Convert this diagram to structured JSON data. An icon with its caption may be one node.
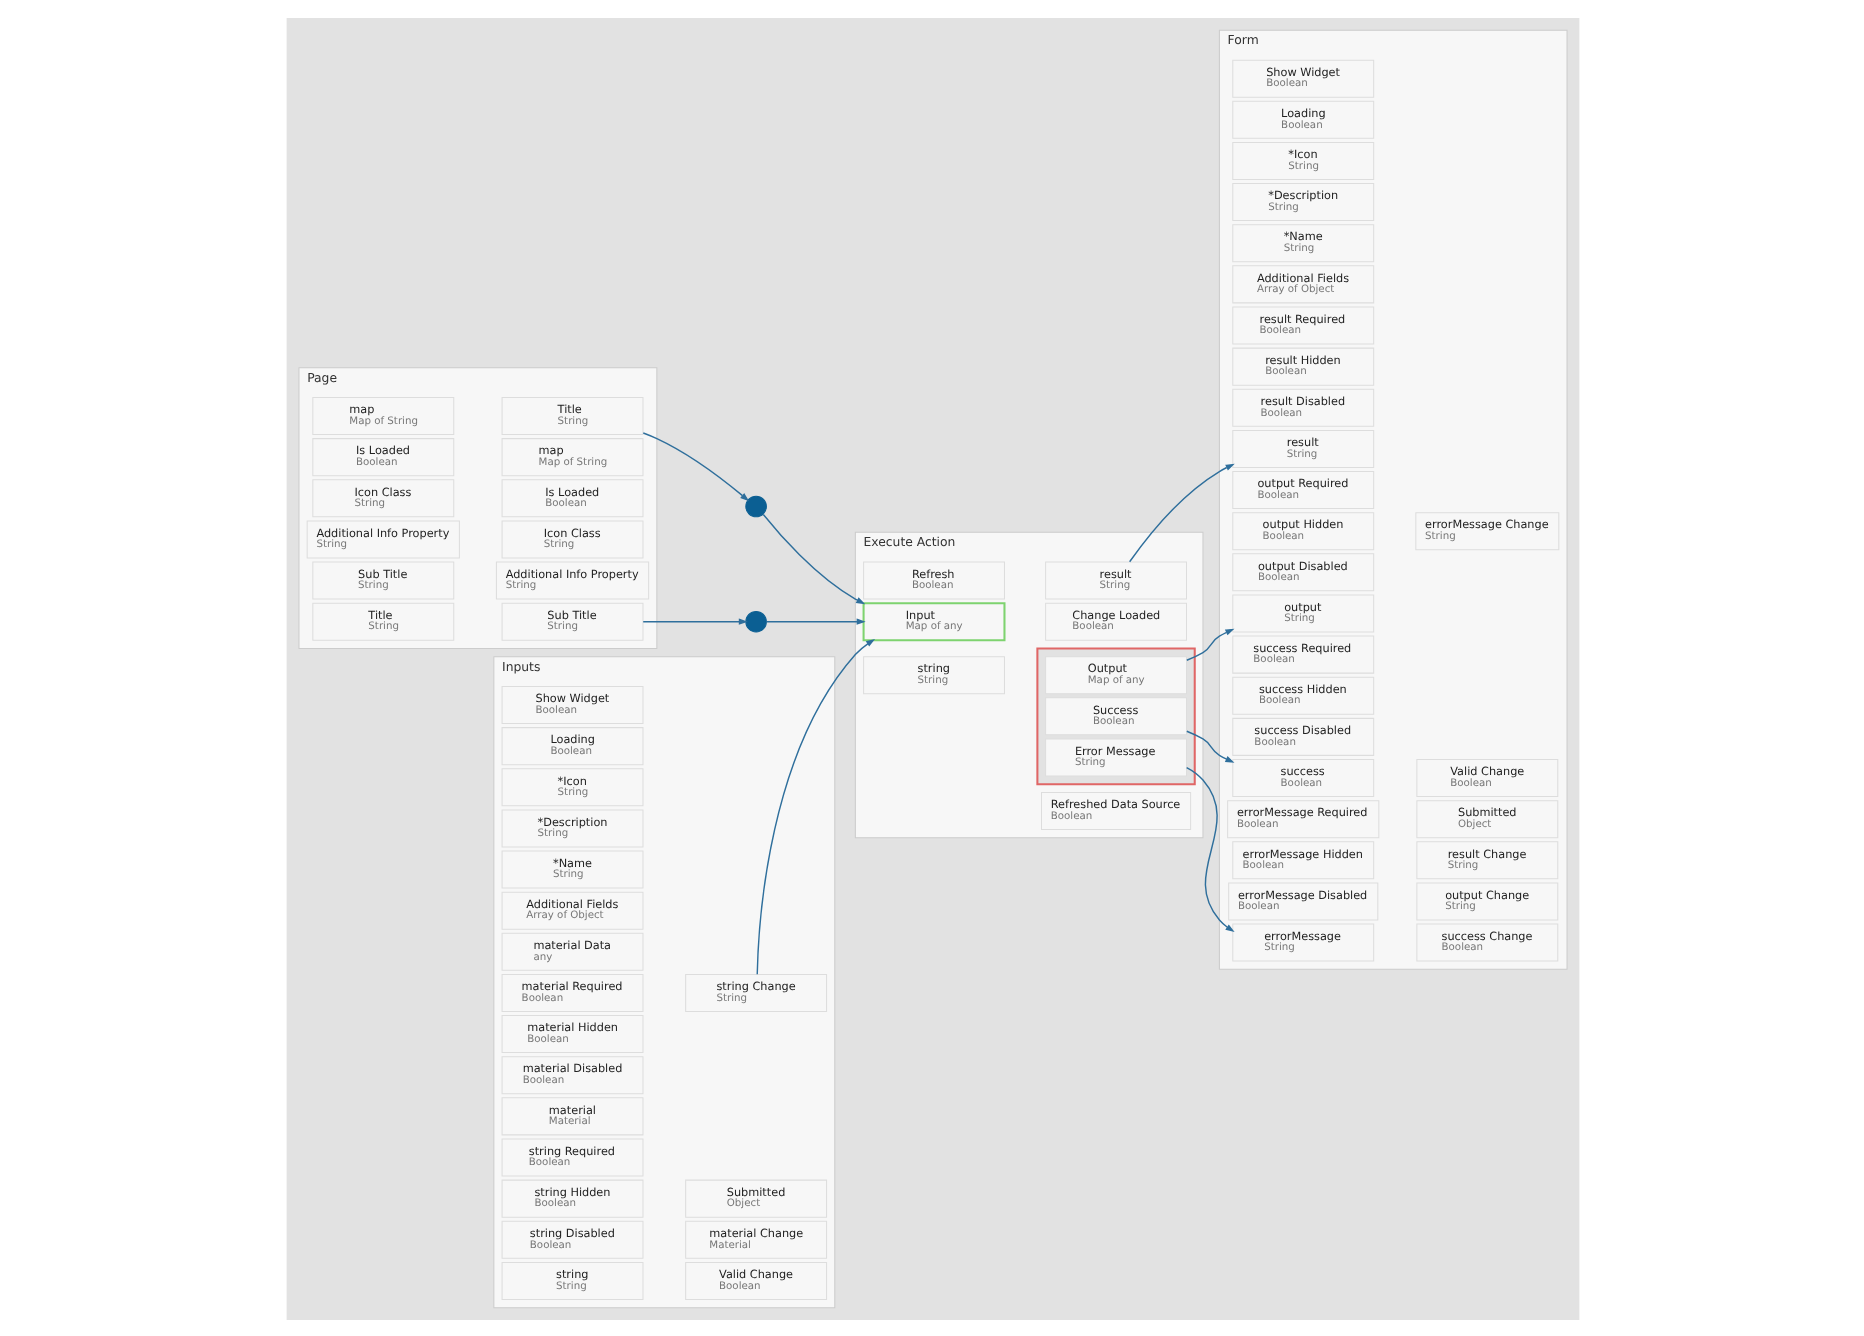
{
  "diagram": {
    "nodes": [
      {
        "text": [
          "Page"
        ]
      },
      {
        "text": [
          "Title",
          "String"
        ],
        "in": 0
      },
      {
        "text": [
          "Sub Title",
          "String"
        ],
        "in": 0
      },
      {
        "text": [
          "Additional Info Property",
          "String"
        ],
        "in": 0
      },
      {
        "text": [
          "Icon Class",
          "String"
        ],
        "in": 0
      },
      {
        "text": [
          "Is Loaded",
          "Boolean"
        ],
        "in": 0
      },
      {
        "text": [
          "map",
          "Map of String"
        ],
        "in": 0
      },
      {
        "text": [
          "Title",
          "String"
        ],
        "in": 0
      },
      {
        "text": [
          "Sub Title",
          "String"
        ],
        "in": 0
      },
      {
        "text": [
          "Additional Info Property",
          "String"
        ],
        "in": 0
      },
      {
        "text": [
          "Icon Class",
          "String"
        ],
        "in": 0
      },
      {
        "text": [
          "Is Loaded",
          "Boolean"
        ],
        "in": 0
      },
      {
        "text": [
          "map",
          "Map of String"
        ],
        "in": 0
      },
      {
        "text": [],
        "shape": "circle"
      },
      {
        "text": [],
        "shape": "circle"
      },
      {
        "text": [
          "Inputs"
        ]
      },
      {
        "text": [
          "string",
          "String"
        ],
        "in": 15
      },
      {
        "text": [
          "string Disabled",
          "Boolean"
        ],
        "in": 15
      },
      {
        "text": [
          "string Hidden",
          "Boolean"
        ],
        "in": 15
      },
      {
        "text": [
          "string Required",
          "Boolean"
        ],
        "in": 15
      },
      {
        "text": [
          "material",
          "Material"
        ],
        "in": 15
      },
      {
        "text": [
          "material Disabled",
          "Boolean"
        ],
        "in": 15
      },
      {
        "text": [
          "material Hidden",
          "Boolean"
        ],
        "in": 15
      },
      {
        "text": [
          "material Required",
          "Boolean"
        ],
        "in": 15
      },
      {
        "text": [
          "material Data",
          "any"
        ],
        "in": 15
      },
      {
        "text": [
          "Additional Fields",
          "Array of Object"
        ],
        "in": 15
      },
      {
        "text": [
          "*Name",
          "String"
        ],
        "in": 15
      },
      {
        "text": [
          "*Description",
          "String"
        ],
        "in": 15
      },
      {
        "text": [
          "*Icon",
          "String"
        ],
        "in": 15
      },
      {
        "text": [
          "Loading",
          "Boolean"
        ],
        "in": 15
      },
      {
        "text": [
          "Show Widget",
          "Boolean"
        ],
        "in": 15
      },
      {
        "text": [
          "string Change",
          "String"
        ],
        "in": 15
      },
      {
        "text": [
          "material Change",
          "Material"
        ],
        "in": 15
      },
      {
        "text": [
          "Submitted",
          "Object"
        ],
        "in": 15
      },
      {
        "text": [
          "Valid Change",
          "Boolean"
        ],
        "in": 15
      },
      {
        "text": [
          "Execute Action"
        ]
      },
      {
        "text": [
          "string",
          "String"
        ],
        "in": 35
      },
      {
        "text": [
          "Input",
          "Map of any"
        ],
        "in": 35
      },
      {
        "text": [
          "Refresh",
          "Boolean"
        ],
        "in": 35
      },
      {
        "text": [
          "result",
          "String"
        ],
        "in": 35
      },
      {
        "text": [],
        "shape": "box",
        "in": 35
      },
      {
        "text": [
          "Output",
          "Map of any"
        ],
        "in": 40
      },
      {
        "text": [
          "Error Message",
          "String"
        ],
        "in": 40
      },
      {
        "text": [
          "Success",
          "Boolean"
        ],
        "in": 40
      },
      {
        "text": [
          "Change Loaded",
          "Boolean"
        ],
        "in": 35
      },
      {
        "text": [
          "Refreshed Data Source",
          "Boolean"
        ],
        "in": 35
      },
      {
        "text": [
          "Form"
        ]
      },
      {
        "text": [
          "errorMessage",
          "String"
        ],
        "in": 46
      },
      {
        "text": [
          "errorMessage Disabled",
          "Boolean"
        ],
        "in": 46
      },
      {
        "text": [
          "errorMessage Hidden",
          "Boolean"
        ],
        "in": 46
      },
      {
        "text": [
          "errorMessage Required",
          "Boolean"
        ],
        "in": 46
      },
      {
        "text": [
          "success",
          "Boolean"
        ],
        "in": 46
      },
      {
        "text": [
          "success Disabled",
          "Boolean"
        ],
        "in": 46
      },
      {
        "text": [
          "success Hidden",
          "Boolean"
        ],
        "in": 46
      },
      {
        "text": [
          "success Required",
          "Boolean"
        ],
        "in": 46
      },
      {
        "text": [
          "output",
          "String"
        ],
        "in": 46
      },
      {
        "text": [
          "output Disabled",
          "Boolean"
        ],
        "in": 46
      },
      {
        "text": [
          "output Hidden",
          "Boolean"
        ],
        "in": 46
      },
      {
        "text": [
          "output Required",
          "Boolean"
        ],
        "in": 46
      },
      {
        "text": [
          "result",
          "String"
        ],
        "in": 46
      },
      {
        "text": [
          "result Disabled",
          "Boolean"
        ],
        "in": 46
      },
      {
        "text": [
          "result Hidden",
          "Boolean"
        ],
        "in": 46
      },
      {
        "text": [
          "result Required",
          "Boolean"
        ],
        "in": 46
      },
      {
        "text": [
          "Additional Fields",
          "Array of Object"
        ],
        "in": 46
      },
      {
        "text": [
          "*Name",
          "String"
        ],
        "in": 46
      },
      {
        "text": [
          "*Description",
          "String"
        ],
        "in": 46
      },
      {
        "text": [
          "*Icon",
          "String"
        ],
        "in": 46
      },
      {
        "text": [
          "Loading",
          "Boolean"
        ],
        "in": 46
      },
      {
        "text": [
          "Show Widget",
          "Boolean"
        ],
        "in": 46
      },
      {
        "text": [
          "errorMessage Change",
          "String"
        ],
        "in": 46
      },
      {
        "text": [
          "success Change",
          "Boolean"
        ],
        "in": 46
      },
      {
        "text": [
          "output Change",
          "String"
        ],
        "in": 46
      },
      {
        "text": [
          "result Change",
          "String"
        ],
        "in": 46
      },
      {
        "text": [
          "Submitted",
          "Object"
        ],
        "in": 46
      },
      {
        "text": [
          "Valid Change",
          "Boolean"
        ],
        "in": 46
      }
    ],
    "edges": [
      {
        "from": 7,
        "to": 13,
        "arrow": "to"
      },
      {
        "from": 13,
        "to": 37,
        "arrow": "to"
      },
      {
        "from": 8,
        "to": 14,
        "arrow": "to"
      },
      {
        "from": 14,
        "to": 37,
        "arrow": "to"
      },
      {
        "from": 31,
        "to": 37,
        "arrow": "to"
      },
      {
        "from": 42,
        "to": 47,
        "arrow": "to"
      },
      {
        "from": 43,
        "to": 51,
        "arrow": "to"
      },
      {
        "from": 41,
        "to": 55,
        "arrow": "to"
      },
      {
        "from": 39,
        "to": 59,
        "arrow": "to"
      }
    ]
  }
}
